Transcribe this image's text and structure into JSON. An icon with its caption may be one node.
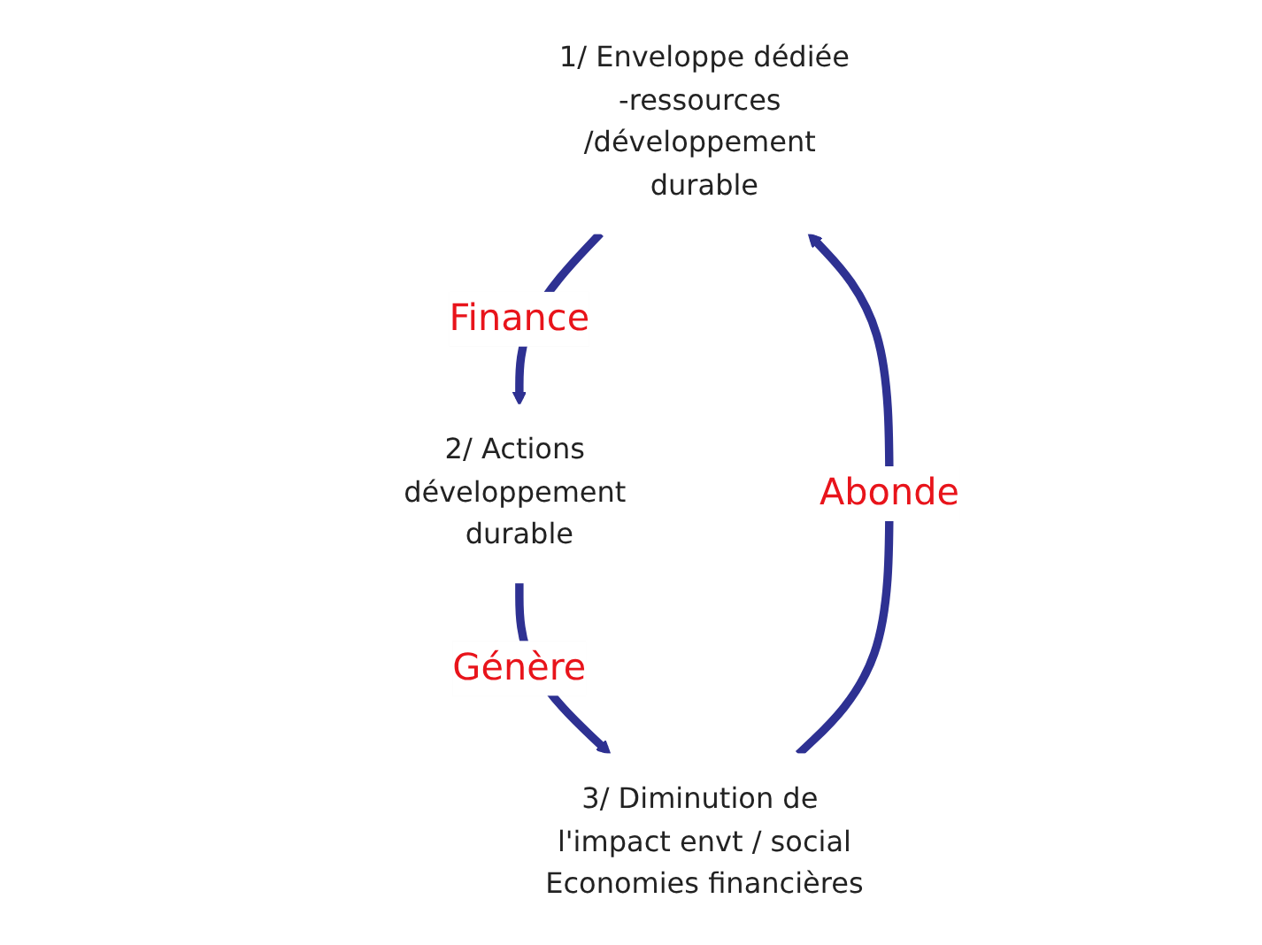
{
  "diagram": {
    "nodes": [
      {
        "text": [
          "1/ Enveloppe dédiée",
          "-ressources /développement durable"
        ]
      },
      {
        "text": [
          "2/ Actions développement durable"
        ]
      },
      {
        "text": [
          "3/ Diminution de l'impact envt / social",
          "Economies financières"
        ]
      }
    ],
    "edges": [
      {
        "from": 0,
        "to": 1,
        "arrow": "to",
        "label": "Finance"
      },
      {
        "from": 1,
        "to": 2,
        "arrow": "to",
        "label": "Génère"
      },
      {
        "from": 2,
        "to": 0,
        "arrow": "to",
        "label": "Abonde"
      }
    ]
  }
}
